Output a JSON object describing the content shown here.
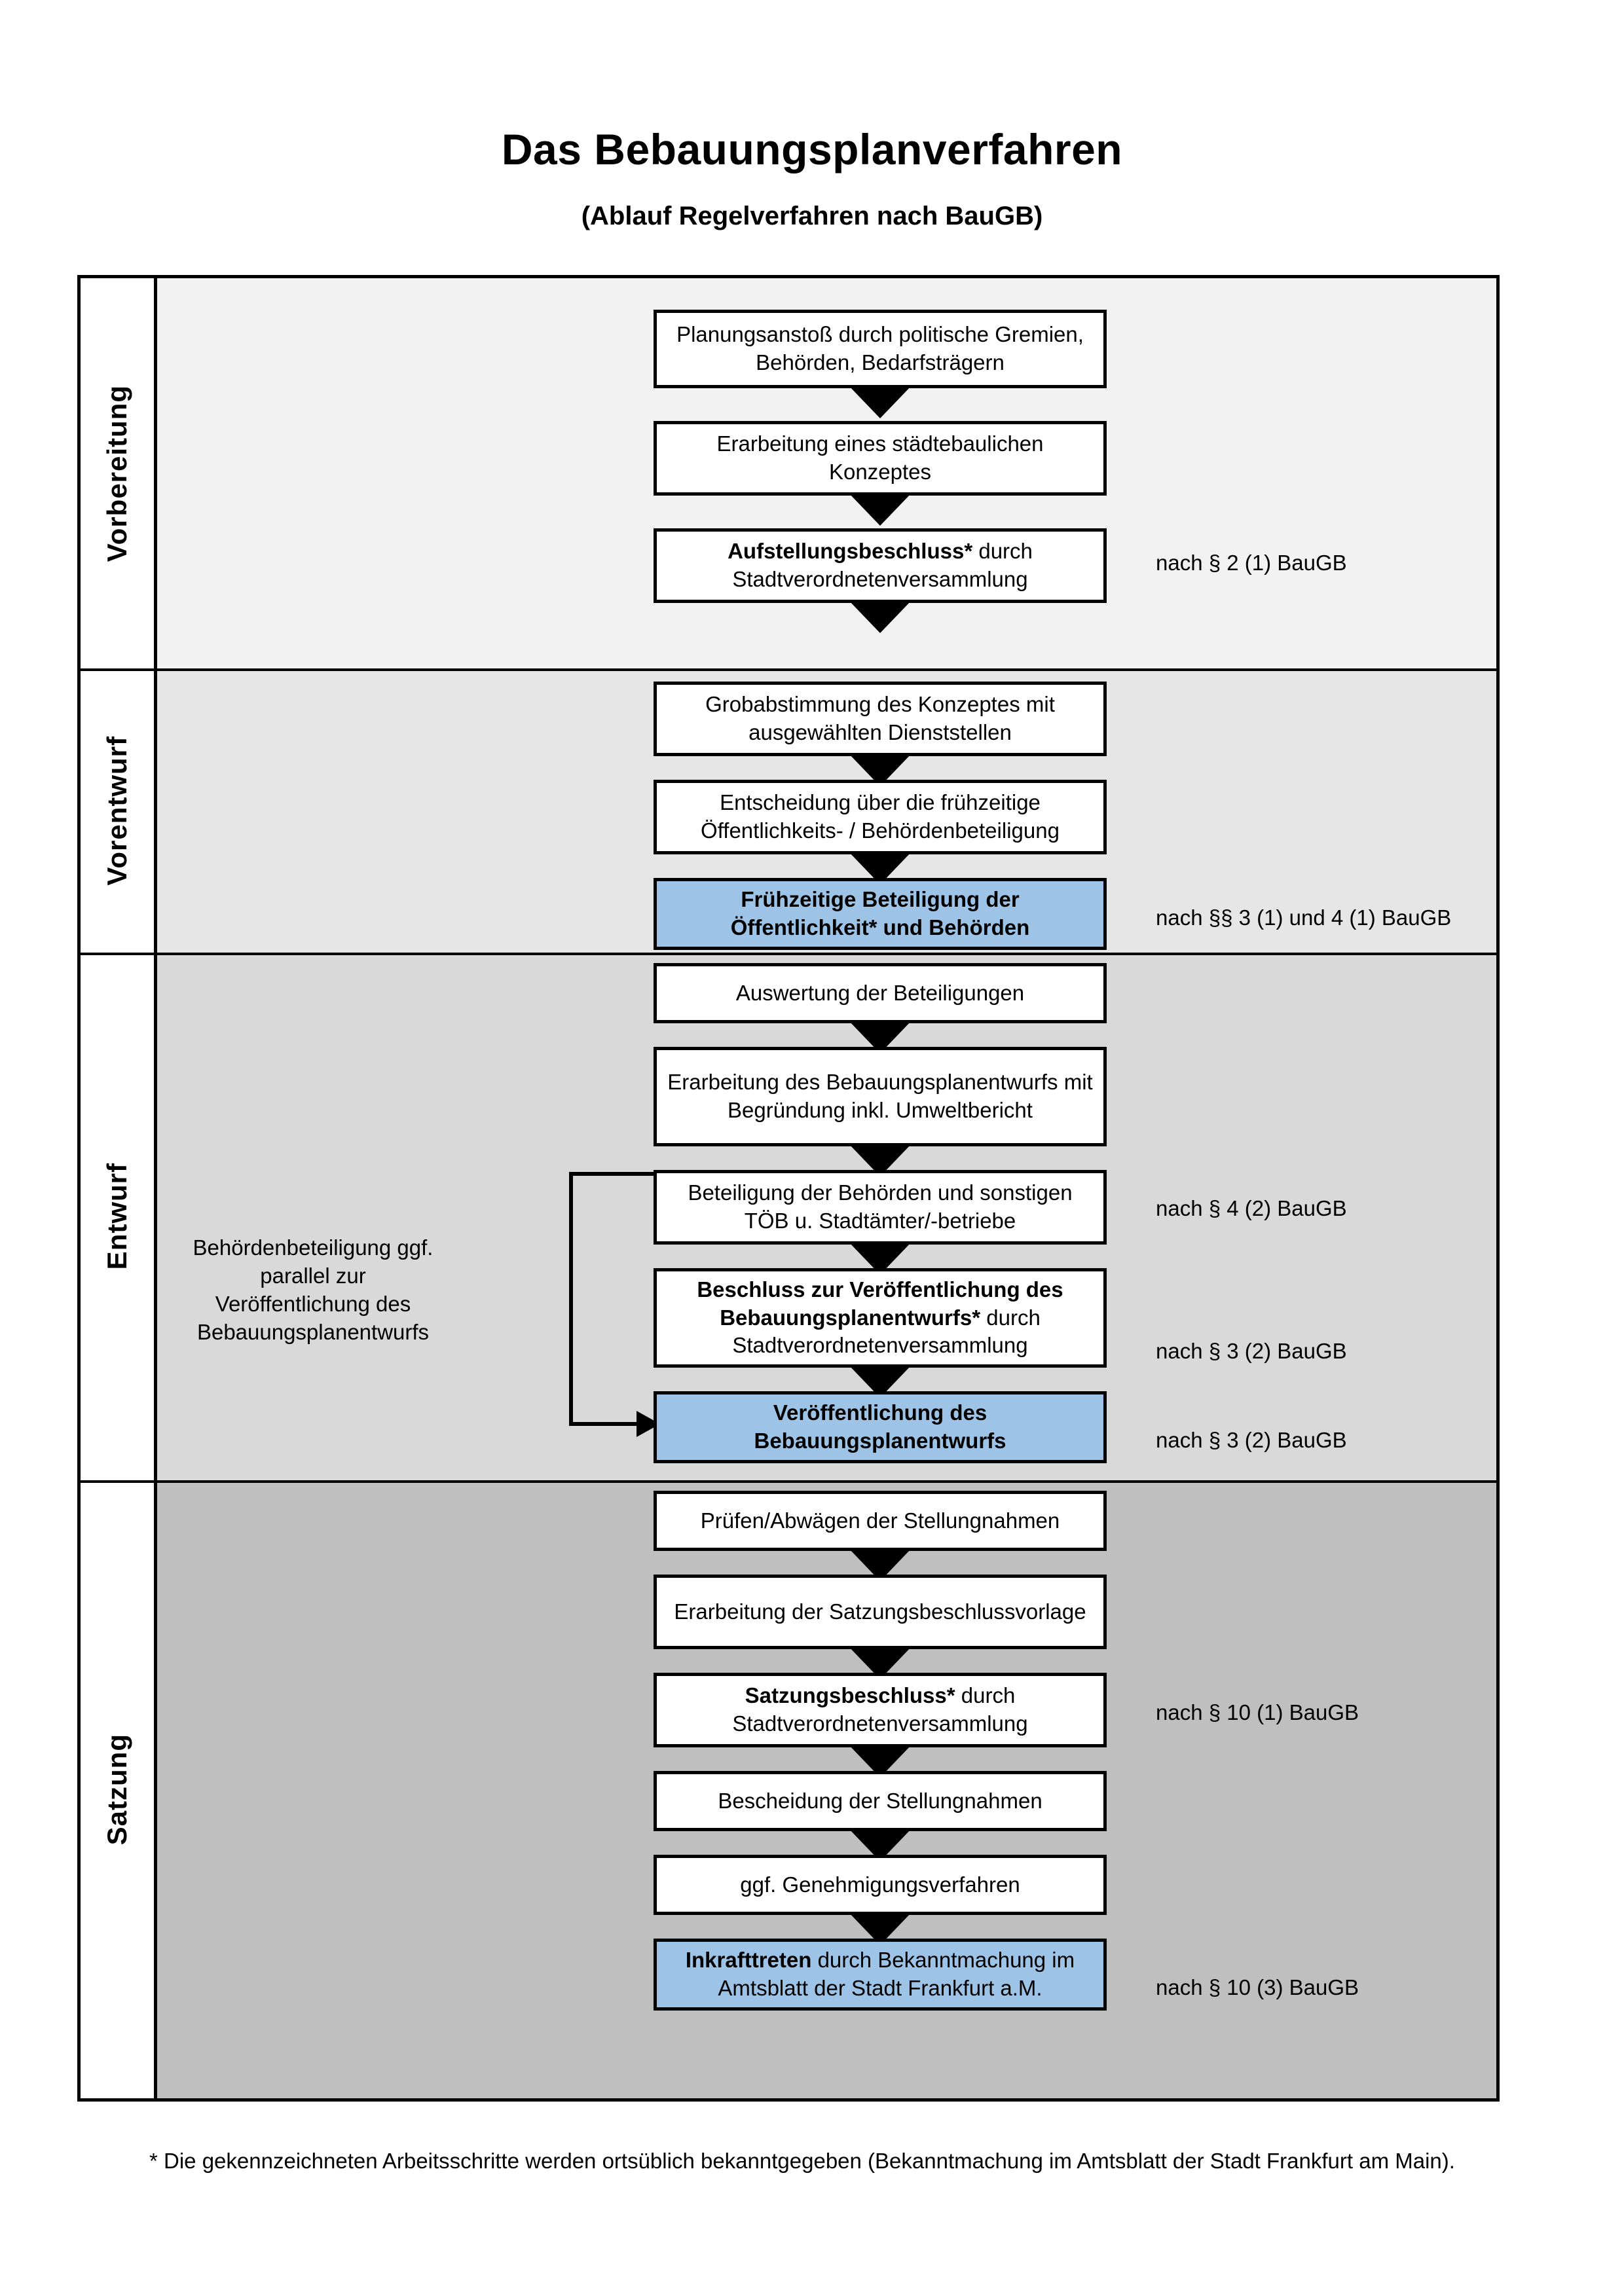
{
  "header": {
    "title": "Das Bebauungsplanverfahren",
    "subtitle": "(Ablauf Regelverfahren nach BauGB)"
  },
  "phases": [
    {
      "label": "Vorbereitung",
      "bg": "#F2F2F2"
    },
    {
      "label": "Vorentwurf",
      "bg": "#E6E6E6"
    },
    {
      "label": "Entwurf",
      "bg": "#D9D9D9"
    },
    {
      "label": "Satzung",
      "bg": "#BFBFBF"
    }
  ],
  "nodes": {
    "n1": {
      "text": "Planungsanstoß durch politische Gremien, Behörden, Bedarfsträgern"
    },
    "n2": {
      "text": "Erarbeitung eines städtebaulichen Konzeptes"
    },
    "n3": {
      "bold": "Aufstellungsbeschluss*",
      "rest": " durch Stadtverordnetenversammlung"
    },
    "n4": {
      "text": "Grobabstimmung des Konzeptes mit ausgewählten Dienststellen"
    },
    "n5": {
      "text": "Entscheidung über die frühzeitige Öffentlichkeits- / Behördenbeteiligung"
    },
    "n6": {
      "bold": "Frühzeitige Beteiligung der Öffentlichkeit* und Behörden",
      "highlight": true
    },
    "n7": {
      "text": "Auswertung der Beteiligungen"
    },
    "n8": {
      "text": "Erarbeitung des Bebauungsplanentwurfs mit Begründung inkl. Umweltbericht"
    },
    "n9": {
      "text": "Beteiligung der Behörden und sonstigen TÖB u. Stadtämter/-betriebe"
    },
    "n10": {
      "bold": "Beschluss zur Veröffentlichung des Bebauungsplanentwurfs*",
      "rest": " durch Stadtverordnetenversammlung"
    },
    "n11": {
      "bold": "Veröffentlichung des Bebauungsplanentwurfs",
      "highlight": true
    },
    "n12": {
      "text": "Prüfen/Abwägen der Stellungnahmen"
    },
    "n13": {
      "text": "Erarbeitung der Satzungsbeschlussvorlage"
    },
    "n14": {
      "bold": "Satzungsbeschluss*",
      "rest": " durch Stadtverordnetenversammlung"
    },
    "n15": {
      "text": "Bescheidung der Stellungnahmen"
    },
    "n16": {
      "text": "ggf. Genehmigungsverfahren"
    },
    "n17": {
      "bold": "Inkrafttreten",
      "rest": " durch Bekanntmachung im Amtsblatt der Stadt Frankfurt a.M.",
      "highlight": true
    }
  },
  "side_note": "Behördenbeteiligung ggf. parallel zur Veröffentlichung des Bebauungsplanentwurfs",
  "legal_refs": {
    "r1": "nach § 2 (1) BauGB",
    "r2": "nach §§ 3 (1) und 4 (1) BauGB",
    "r3": "nach § 4 (2) BauGB",
    "r4": "nach § 3 (2) BauGB",
    "r5": "nach § 3 (2) BauGB",
    "r6": "nach § 10 (1) BauGB",
    "r7": "nach § 10 (3) BauGB"
  },
  "footnote": "* Die gekennzeichneten Arbeitsschritte werden ortsüblich bekanntgegeben (Bekanntmachung im Amtsblatt  der Stadt Frankfurt am Main).",
  "colors": {
    "highlight_blue": "#9DC3E6",
    "border": "#000000",
    "phase1_bg": "#F2F2F2",
    "phase2_bg": "#E6E6E6",
    "phase3_bg": "#D9D9D9",
    "phase4_bg": "#BFBFBF"
  }
}
